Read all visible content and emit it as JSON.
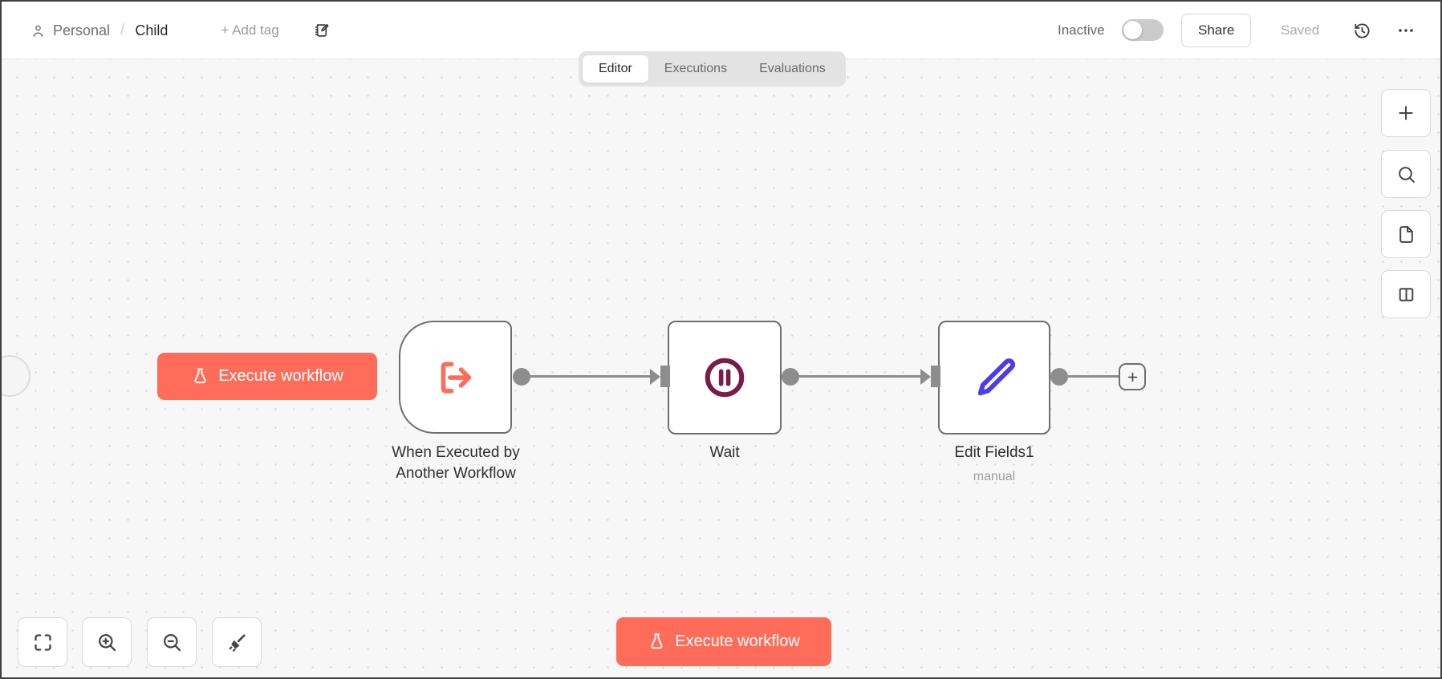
{
  "header": {
    "breadcrumb": {
      "project": "Personal",
      "separator": "/",
      "workflow_name": "Child"
    },
    "add_tag_label": "+ Add tag",
    "activation": {
      "label": "Inactive",
      "enabled": false
    },
    "share_label": "Share",
    "save_status": "Saved"
  },
  "tabs": {
    "items": [
      {
        "label": "Editor",
        "active": true
      },
      {
        "label": "Executions",
        "active": false
      },
      {
        "label": "Evaluations",
        "active": false
      }
    ]
  },
  "canvas": {
    "execute_button_label": "Execute workflow",
    "nodes": [
      {
        "name": "When Executed by Another Workflow",
        "type": "trigger",
        "icon": "log-out-icon",
        "icon_color": "#ff6d5a"
      },
      {
        "name": "Wait",
        "type": "action",
        "icon": "pause-circle-icon",
        "icon_color": "#7a1c49"
      },
      {
        "name": "Edit Fields1",
        "subtitle": "manual",
        "type": "action",
        "icon": "pencil-icon",
        "icon_color": "#4b3ee8"
      }
    ],
    "add_node_label": "+"
  },
  "footer": {
    "execute_button_label": "Execute workflow"
  },
  "icons": {
    "header": [
      "user-icon",
      "note-edit-icon",
      "history-icon",
      "ellipsis-icon"
    ],
    "bottom_left": [
      "fit-view-icon",
      "zoom-in-icon",
      "zoom-out-icon",
      "tidy-up-icon"
    ],
    "right_toolbar": [
      "plus-icon",
      "search-icon",
      "sticky-note-icon",
      "split-panel-icon"
    ],
    "buttons": [
      "flask-icon"
    ]
  },
  "colors": {
    "accent": "#ff6d5a",
    "node_border": "#6f6f6f",
    "connector": "#8d8d8d",
    "trigger_icon": "#ff6d5a",
    "wait_icon": "#7a1c49",
    "edit_icon": "#4b3ee8",
    "canvas_bg": "#f8f7f7",
    "tabbar_bg": "#e4e3e3"
  }
}
